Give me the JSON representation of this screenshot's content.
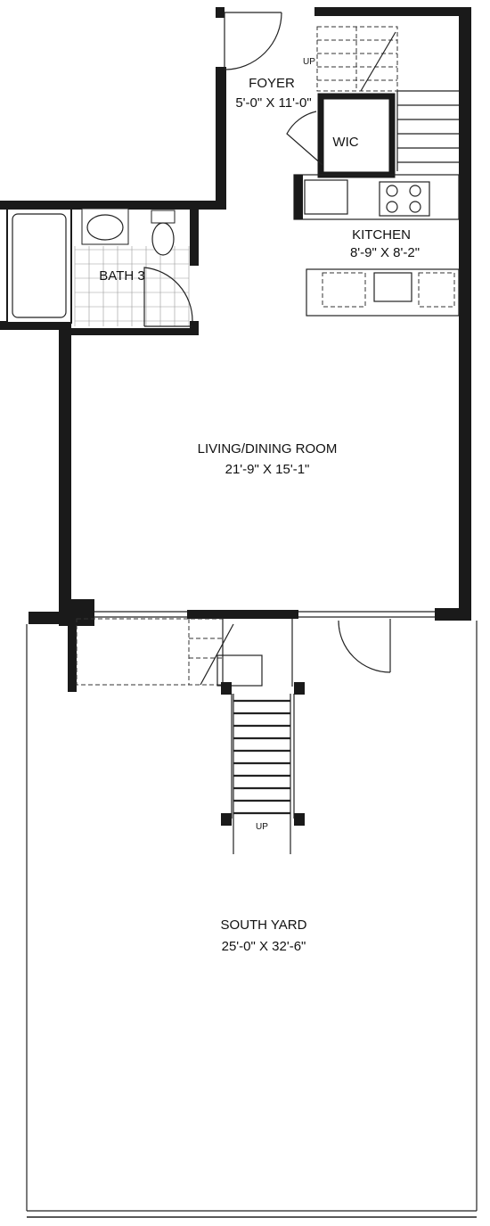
{
  "rooms": {
    "foyer": {
      "name": "FOYER",
      "size": "5'-0\" X 11'-0\""
    },
    "wic": {
      "name": "WIC"
    },
    "kitchen": {
      "name": "KITCHEN",
      "size": "8'-9\" X 8'-2\""
    },
    "bath": {
      "name": "BATH 3"
    },
    "living": {
      "name": "LIVING/DINING ROOM",
      "size": "21'-9\" X 15'-1\""
    },
    "yard": {
      "name": "SOUTH YARD",
      "size": "25'-0\" X 32'-6\""
    }
  },
  "stairs": {
    "interior_label": "UP",
    "exterior_label": "UP"
  }
}
